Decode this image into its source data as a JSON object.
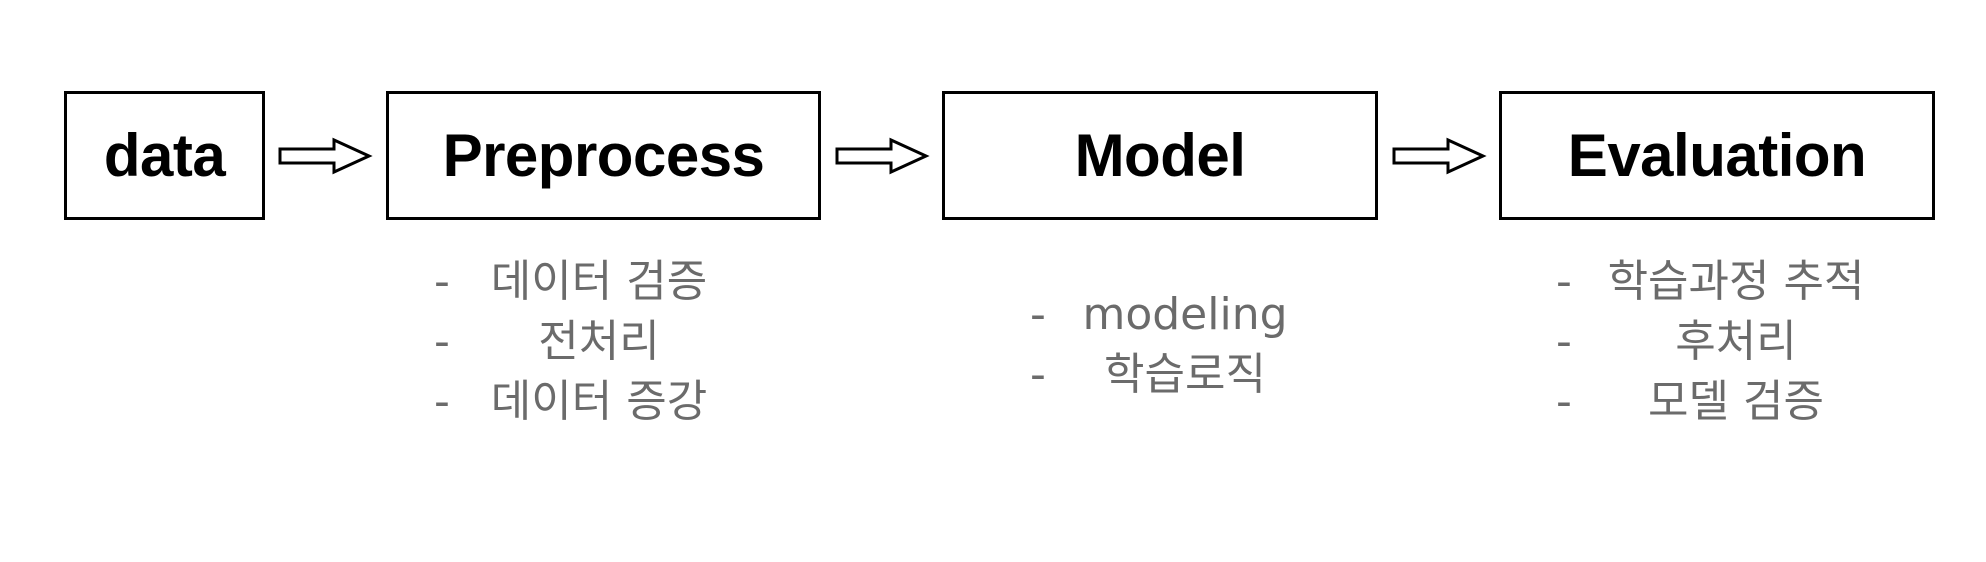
{
  "stages": [
    {
      "label": "data",
      "items": []
    },
    {
      "label": "Preprocess",
      "items": [
        "데이터 검증",
        "전처리",
        "데이터 증강"
      ]
    },
    {
      "label": "Model",
      "items": [
        "modeling",
        "학습로직"
      ]
    },
    {
      "label": "Evaluation",
      "items": [
        "학습과정 추적",
        "후처리",
        "모델 검증"
      ]
    }
  ],
  "bullet_marker": "-",
  "colors": {
    "box_border": "#000000",
    "box_text": "#000000",
    "item_text": "#6b6b6b",
    "arrow_stroke": "#000000",
    "background": "#ffffff"
  },
  "icons": {
    "flow_arrow": "hollow-right-arrow-icon"
  }
}
